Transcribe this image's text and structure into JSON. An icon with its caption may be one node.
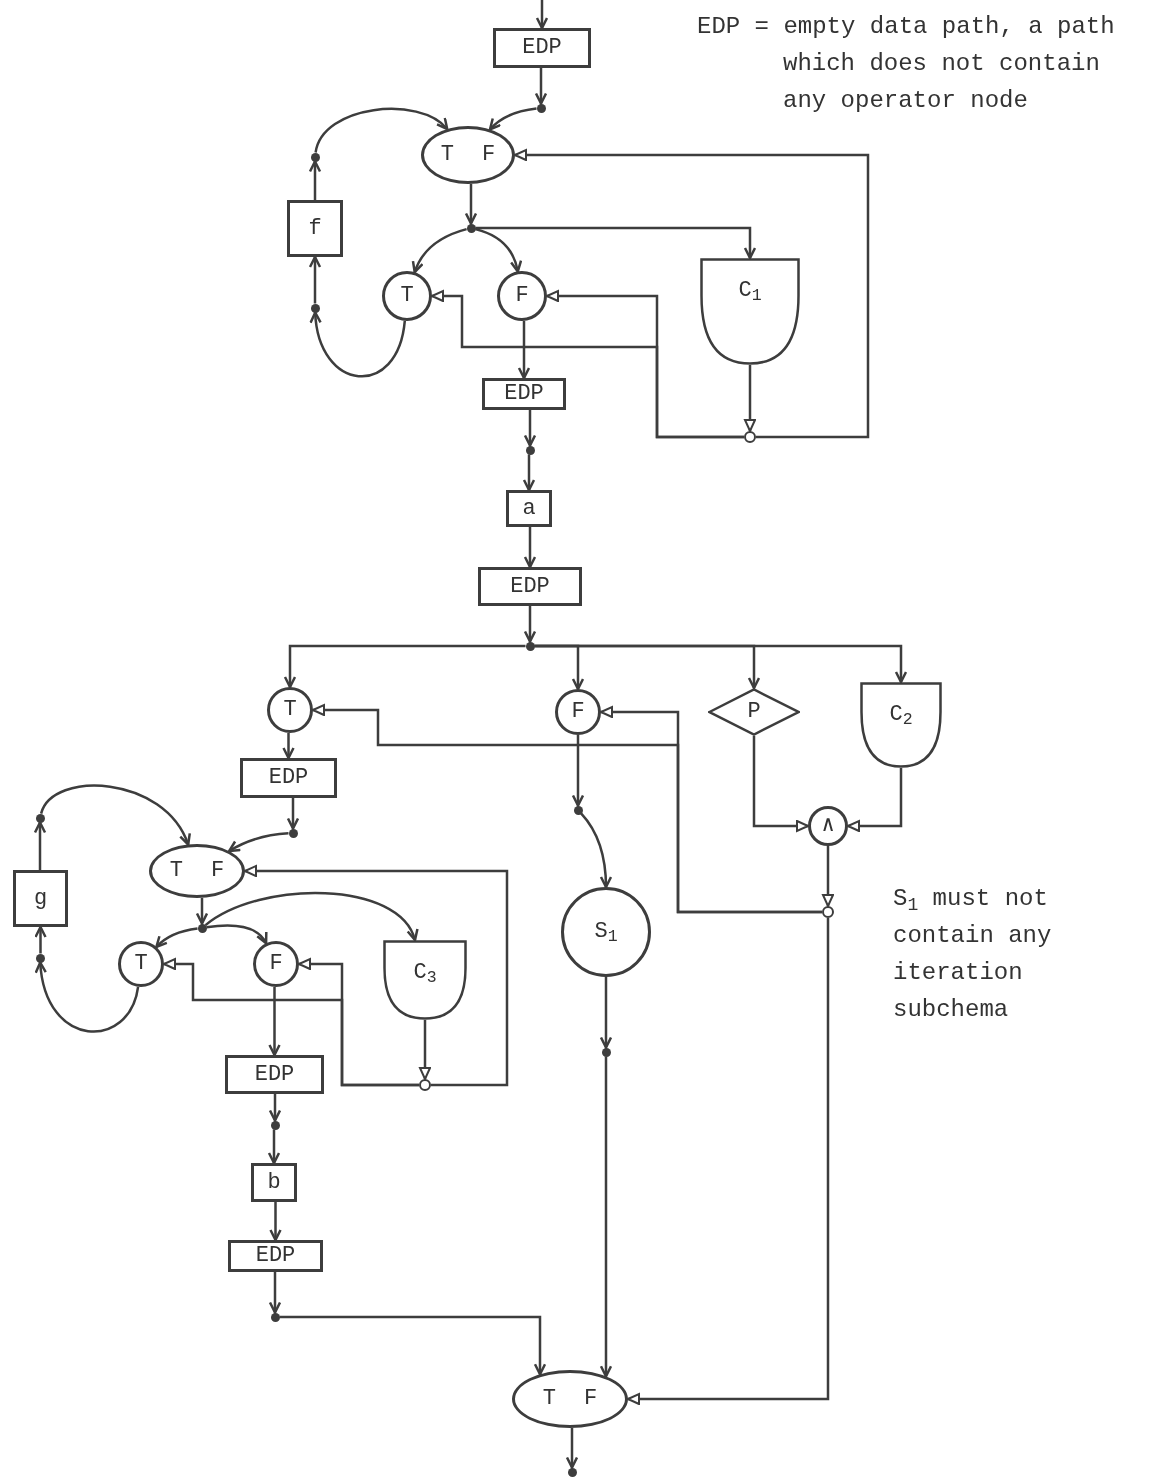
{
  "diagram": {
    "nodes": [
      {
        "text": [
          "EDP"
        ]
      },
      {
        "text": [],
        "shape": "dot"
      },
      {
        "text": [
          "T",
          "F"
        ]
      },
      {
        "text": [],
        "shape": "dot"
      },
      {
        "text": [
          "f"
        ]
      },
      {
        "text": [],
        "shape": "dot"
      },
      {
        "text": [],
        "shape": "dot"
      },
      {
        "text": [
          "T"
        ]
      },
      {
        "text": [
          "F"
        ]
      },
      {
        "text": [
          "C$_{1}$"
        ]
      },
      {
        "text": [
          "EDP"
        ]
      },
      {
        "text": [],
        "shape": "dot"
      },
      {
        "text": [],
        "shape": "circle"
      },
      {
        "text": [
          "a"
        ]
      },
      {
        "text": [
          "EDP"
        ]
      },
      {
        "text": [],
        "shape": "dot"
      },
      {
        "text": [
          "T"
        ]
      },
      {
        "text": [
          "F"
        ]
      },
      {
        "text": [
          "P"
        ]
      },
      {
        "text": [
          "C$_{2}$"
        ]
      },
      {
        "text": [
          "EDP"
        ]
      },
      {
        "text": [],
        "shape": "dot"
      },
      {
        "text": [
          "T",
          "F"
        ]
      },
      {
        "text": [],
        "shape": "dot"
      },
      {
        "text": [
          "g"
        ]
      },
      {
        "text": [],
        "shape": "dot"
      },
      {
        "text": [],
        "shape": "dot"
      },
      {
        "text": [
          "T"
        ]
      },
      {
        "text": [
          "F"
        ]
      },
      {
        "text": [
          "C$_{3}$"
        ]
      },
      {
        "text": [
          "EDP"
        ]
      },
      {
        "text": [],
        "shape": "circle"
      },
      {
        "text": [],
        "shape": "dot"
      },
      {
        "text": [
          "b"
        ]
      },
      {
        "text": [
          "EDP"
        ]
      },
      {
        "text": [],
        "shape": "dot"
      },
      {
        "text": [],
        "shape": "dot"
      },
      {
        "text": [
          "S$_{1}$"
        ]
      },
      {
        "text": [],
        "shape": "dot"
      },
      {
        "text": [
          "∧"
        ]
      },
      {
        "text": [],
        "shape": "circle"
      },
      {
        "text": [
          "T",
          "F"
        ]
      },
      {
        "text": [],
        "shape": "dot"
      }
    ],
    "edges": [
      {
        "from": null,
        "to": 0,
        "arrow": "to"
      },
      {
        "from": 0,
        "to": 1,
        "arrow": "to"
      },
      {
        "from": 1,
        "to": 2,
        "arrow": "to"
      },
      {
        "from": 3,
        "to": 2,
        "arrow": "to"
      },
      {
        "from": 4,
        "to": 3,
        "arrow": "to"
      },
      {
        "from": 5,
        "to": 4,
        "arrow": "to"
      },
      {
        "from": 2,
        "to": 6,
        "arrow": "to"
      },
      {
        "from": 6,
        "to": 7,
        "arrow": "to"
      },
      {
        "from": 6,
        "to": 8,
        "arrow": "to"
      },
      {
        "from": 6,
        "to": 9,
        "arrow": "to"
      },
      {
        "from": 7,
        "to": 5,
        "arrow": "to"
      },
      {
        "from": 8,
        "to": 10,
        "arrow": "to"
      },
      {
        "from": 10,
        "to": 11,
        "arrow": "to"
      },
      {
        "from": 9,
        "to": 12,
        "arrow": "to"
      },
      {
        "from": 12,
        "to": 2,
        "arrow": "to"
      },
      {
        "from": 12,
        "to": 8,
        "arrow": "to"
      },
      {
        "from": 12,
        "to": 7,
        "arrow": "to"
      },
      {
        "from": 11,
        "to": 13,
        "arrow": "to"
      },
      {
        "from": 13,
        "to": 14,
        "arrow": "to"
      },
      {
        "from": 14,
        "to": 15,
        "arrow": "to"
      },
      {
        "from": 15,
        "to": 16,
        "arrow": "to"
      },
      {
        "from": 15,
        "to": 17,
        "arrow": "to"
      },
      {
        "from": 15,
        "to": 18,
        "arrow": "to"
      },
      {
        "from": 15,
        "to": 19,
        "arrow": "to"
      },
      {
        "from": 16,
        "to": 20,
        "arrow": "to"
      },
      {
        "from": 20,
        "to": 21,
        "arrow": "to"
      },
      {
        "from": 21,
        "to": 22,
        "arrow": "to"
      },
      {
        "from": 23,
        "to": 22,
        "arrow": "to"
      },
      {
        "from": 24,
        "to": 23,
        "arrow": "to"
      },
      {
        "from": 25,
        "to": 24,
        "arrow": "to"
      },
      {
        "from": 22,
        "to": 26,
        "arrow": "to"
      },
      {
        "from": 26,
        "to": 27,
        "arrow": "to"
      },
      {
        "from": 26,
        "to": 28,
        "arrow": "to"
      },
      {
        "from": 26,
        "to": 29,
        "arrow": "to"
      },
      {
        "from": 27,
        "to": 25,
        "arrow": "to"
      },
      {
        "from": 28,
        "to": 30,
        "arrow": "to"
      },
      {
        "from": 29,
        "to": 31,
        "arrow": "to"
      },
      {
        "from": 31,
        "to": 22,
        "arrow": "to"
      },
      {
        "from": 31,
        "to": 28,
        "arrow": "to"
      },
      {
        "from": 31,
        "to": 27,
        "arrow": "to"
      },
      {
        "from": 30,
        "to": 32,
        "arrow": "to"
      },
      {
        "from": 32,
        "to": 33,
        "arrow": "to"
      },
      {
        "from": 33,
        "to": 34,
        "arrow": "to"
      },
      {
        "from": 34,
        "to": 35,
        "arrow": "to"
      },
      {
        "from": 35,
        "to": 41,
        "arrow": "to"
      },
      {
        "from": 17,
        "to": 36,
        "arrow": "to"
      },
      {
        "from": 36,
        "to": 37,
        "arrow": "to"
      },
      {
        "from": 37,
        "to": 38,
        "arrow": "to"
      },
      {
        "from": 38,
        "to": 41,
        "arrow": "to"
      },
      {
        "from": 18,
        "to": 39,
        "arrow": "to"
      },
      {
        "from": 19,
        "to": 39,
        "arrow": "to"
      },
      {
        "from": 39,
        "to": 40,
        "arrow": "to"
      },
      {
        "from": 40,
        "to": 17,
        "arrow": "to"
      },
      {
        "from": 40,
        "to": 16,
        "arrow": "to"
      },
      {
        "from": 40,
        "to": 41,
        "arrow": "to"
      },
      {
        "from": 41,
        "to": 42,
        "arrow": "to"
      }
    ],
    "labels": [
      "EDP = empty data path, a path which does not contain any operator node",
      "S$_{1}$ must not contain any iteration subchema"
    ]
  }
}
